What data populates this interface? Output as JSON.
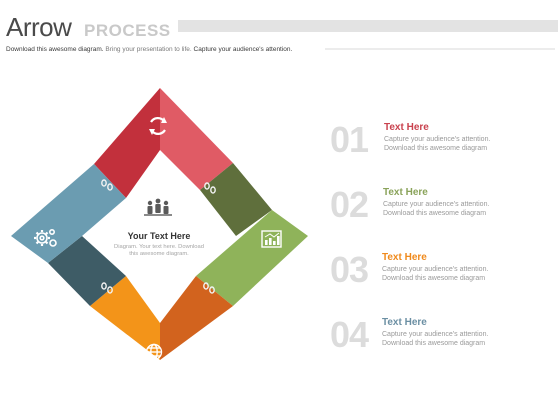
{
  "header": {
    "title": "Arrow",
    "title_accent": "PROCESS",
    "subtitle_dark": "Download this awesome diagram.",
    "subtitle_muted": " Bring your presentation to life.",
    "subtitle_dark_2": " Capture your audience's attention."
  },
  "center": {
    "title": "Your Text Here",
    "description": "Diagram. Your text here. Download this awesome diagram."
  },
  "icons": {
    "top": "refresh-cycle-icon",
    "left": "gears-icon",
    "right": "bar-chart-icon",
    "bottom": "globe-icon",
    "center": "team-people-icon",
    "joints": "clip-link-icon"
  },
  "colors": {
    "red": "#e05b65",
    "red_dark": "#c2303c",
    "olive_dark": "#5f6f3c",
    "green": "#8fb35a",
    "orange": "#f39419",
    "orange_dark": "#d2631e",
    "teal_dark": "#3e5c66",
    "blue": "#6b9cb1"
  },
  "items": [
    {
      "number": "01",
      "heading": "Text Here",
      "line1": "Capture your audience's attention.",
      "line2": "Download this  awesome diagram",
      "color": "#c9424e"
    },
    {
      "number": "02",
      "heading": "Text Here",
      "line1": "Capture your audience's attention.",
      "line2": "Download this  awesome diagram",
      "color": "#8aa35a"
    },
    {
      "number": "03",
      "heading": "Text Here",
      "line1": "Capture your audience's attention.",
      "line2": "Download this  awesome diagram",
      "color": "#f08a1c"
    },
    {
      "number": "04",
      "heading": "Text Here",
      "line1": "Capture your audience's attention.",
      "line2": "Download this  awesome diagram",
      "color": "#6b8fa3"
    }
  ]
}
